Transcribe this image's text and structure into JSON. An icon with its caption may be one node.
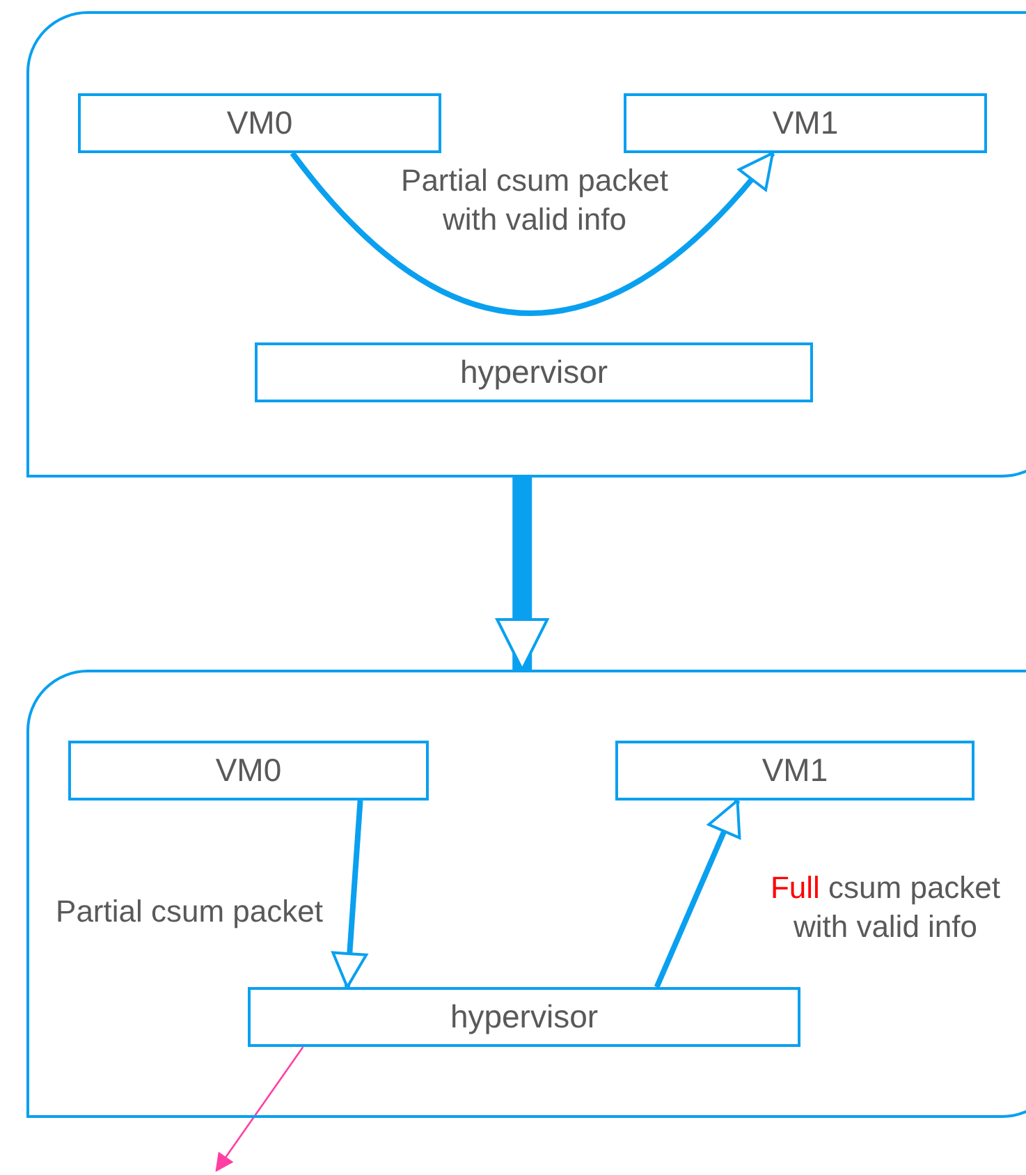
{
  "diagram": {
    "nodes": [
      {
        "text": [],
        "shape": "box"
      },
      {
        "text": [
          "VM0"
        ],
        "in": 0
      },
      {
        "text": [
          "VM1"
        ],
        "in": 0
      },
      {
        "text": [
          "hypervisor"
        ],
        "in": 0
      },
      {
        "text": [],
        "shape": "box"
      },
      {
        "text": [
          "VM0"
        ],
        "in": 4
      },
      {
        "text": [
          "VM1"
        ],
        "in": 4
      },
      {
        "text": [
          "hypervisor"
        ],
        "in": 4
      }
    ],
    "edges": [
      {
        "from": 1,
        "to": 2,
        "arrow": "to",
        "label": "Partial csum packet with valid info"
      },
      {
        "from": 0,
        "to": 4,
        "arrow": "to",
        "style": "thick"
      },
      {
        "from": 5,
        "to": 7,
        "arrow": "to",
        "label": "Partial csum packet"
      },
      {
        "from": 7,
        "to": 6,
        "arrow": "to",
        "label": "Full csum packet with valid info"
      },
      {
        "from": 7,
        "to": null,
        "arrow": "to",
        "color": "#ff3fa4"
      }
    ]
  }
}
